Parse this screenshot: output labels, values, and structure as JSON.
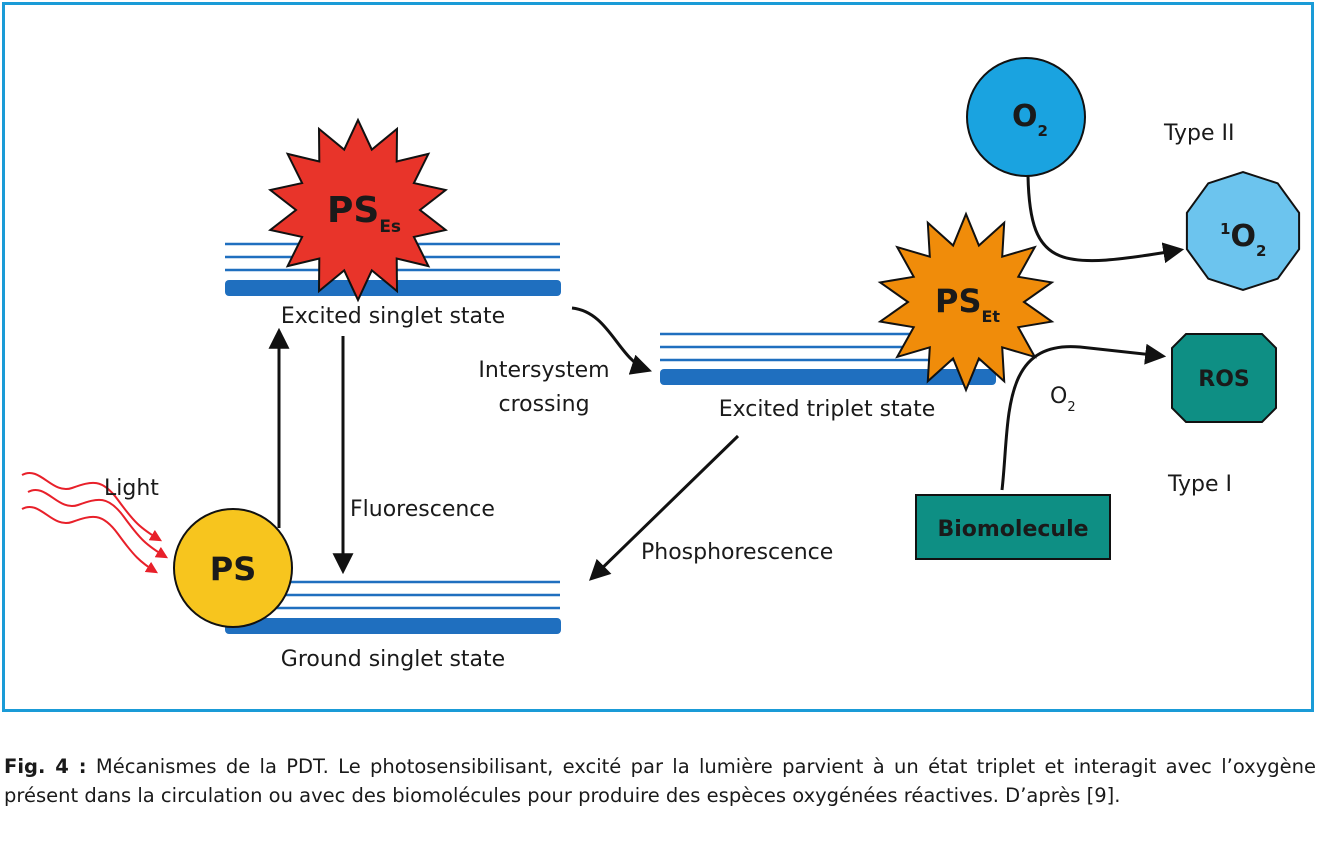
{
  "nodes": {
    "ps_ground": {
      "label": "PS"
    },
    "ps_excited_singlet": {
      "label": "PS",
      "subscript": "Es"
    },
    "ps_excited_triplet": {
      "label": "PS",
      "subscript": "Et"
    },
    "oxygen": {
      "label": "O",
      "subscript": "2"
    },
    "singlet_oxygen": {
      "superscript": "1",
      "label": "O",
      "subscript": "2"
    },
    "ros": {
      "label": "ROS"
    },
    "biomolecule": {
      "label": "Biomolecule"
    }
  },
  "labels": {
    "light": "Light",
    "excited_singlet_state": "Excited singlet state",
    "ground_singlet_state": "Ground singlet state",
    "excited_triplet_state": "Excited triplet state",
    "intersystem_line1": "Intersystem",
    "intersystem_line2": "crossing",
    "fluorescence": "Fluorescence",
    "phosphorescence": "Phosphorescence",
    "type_ii": "Type II",
    "type_i": "Type I",
    "o2_label": "O",
    "o2_label_sub": "2"
  },
  "caption": {
    "prefix": "Fig. 4 :",
    "text": " Mécanismes de la PDT. Le photosensibilisant, excité par la lumière parvient à un état triplet et interagit avec l’oxygène présent dans la circulation ou avec des biomolécules pour produire des espèces oxygénées réactives. D’après [9]."
  },
  "colors": {
    "frame": "#1a9bd7",
    "level_blue": "#1f6fbf",
    "ps_yellow": "#f7c51e",
    "ps_excited_red": "#e8342a",
    "ps_triplet_orange": "#f08c0a",
    "oxygen_blue": "#1aa3e0",
    "singlet_oxygen_blue": "#6cc4ee",
    "teal": "#0e8f84",
    "light_red": "#e8202a"
  }
}
